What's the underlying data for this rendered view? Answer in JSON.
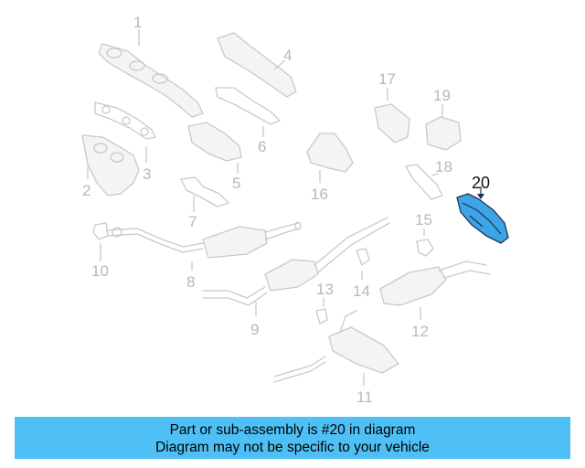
{
  "diagram": {
    "labels": [
      "1",
      "2",
      "3",
      "4",
      "5",
      "6",
      "7",
      "8",
      "9",
      "10",
      "11",
      "12",
      "13",
      "14",
      "15",
      "16",
      "17",
      "18",
      "19",
      "20"
    ],
    "highlighted_label": "20",
    "colors": {
      "highlight_fill": "#3da4e6",
      "highlight_stroke": "#1a3350",
      "part_stroke": "#c9c9c9",
      "banner_bg": "#4fc0f5"
    }
  },
  "banner": {
    "line1": "Part or sub-assembly is #20 in diagram",
    "line2": "Diagram may not be specific to your vehicle"
  }
}
